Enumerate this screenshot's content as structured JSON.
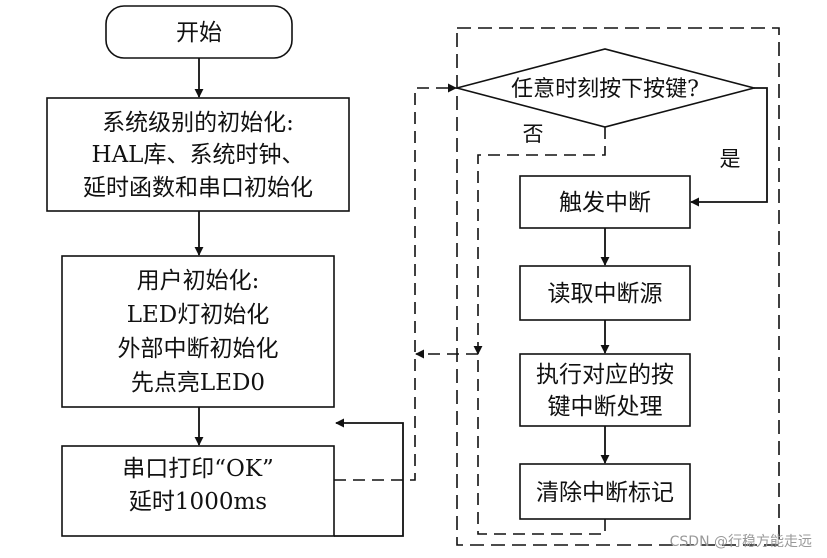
{
  "nodes": {
    "start": "开始",
    "sys_init": [
      "系统级别的初始化:",
      "HAL库、系统时钟、",
      "延时函数和串口初始化"
    ],
    "user_init": [
      "用户初始化:",
      "LED灯初始化",
      "外部中断初始化",
      "先点亮LED0"
    ],
    "loop": [
      "串口打印“OK”",
      "延时1000ms"
    ],
    "decision": "任意时刻按下按键?",
    "trigger": "触发中断",
    "read_source": "读取中断源",
    "handle": [
      "执行对应的按",
      "键中断处理"
    ],
    "clear": "清除中断标记"
  },
  "edge_labels": {
    "no": "否",
    "yes": "是"
  },
  "watermark": "CSDN @行稳方能走远"
}
